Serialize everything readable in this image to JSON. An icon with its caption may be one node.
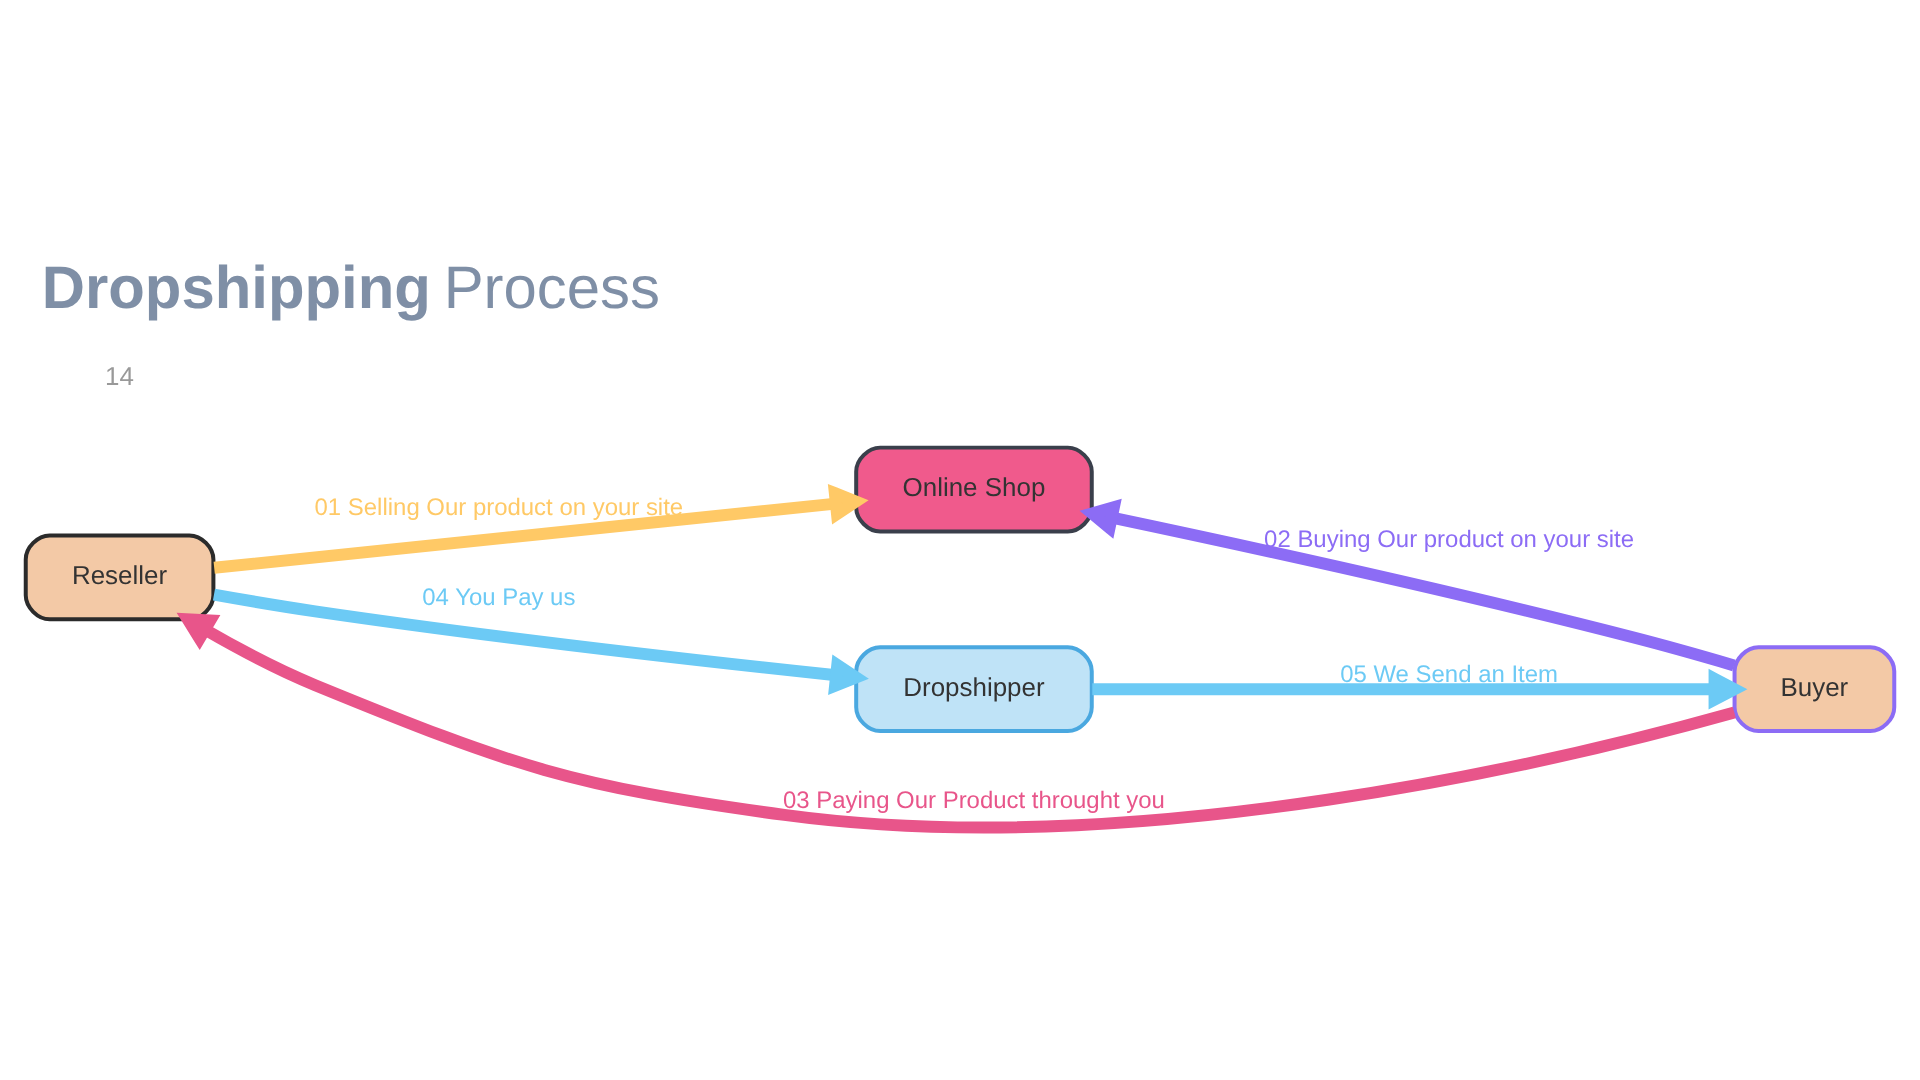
{
  "diagram": {
    "title": "**Dropshipping** Process",
    "nodes": [
      {
        "text": [
          "Online Shop"
        ]
      },
      {
        "text": [
          "Reseller"
        ]
      },
      {
        "text": [
          "Buyer"
        ]
      },
      {
        "text": [
          "Dropshipper"
        ]
      }
    ],
    "edges": [
      {
        "from": 1,
        "to": 0,
        "arrow": "to",
        "label": "01 Selling Our product on your site",
        "color": "#ffc966"
      },
      {
        "from": 2,
        "to": 0,
        "arrow": "to",
        "label": "02 Buying Our product on your site",
        "color": "#8c6cf5"
      },
      {
        "from": 2,
        "to": 1,
        "arrow": "to",
        "label": "03 Paying Our Product throught you",
        "color": "#e8558a"
      },
      {
        "from": 1,
        "to": 3,
        "arrow": "to",
        "label": "04 You Pay us",
        "color": "#6ccaf5"
      },
      {
        "from": 3,
        "to": 2,
        "arrow": "to",
        "label": "05 We Send an Item",
        "color": "#6ccaf5"
      }
    ],
    "labels": [
      "14"
    ]
  }
}
